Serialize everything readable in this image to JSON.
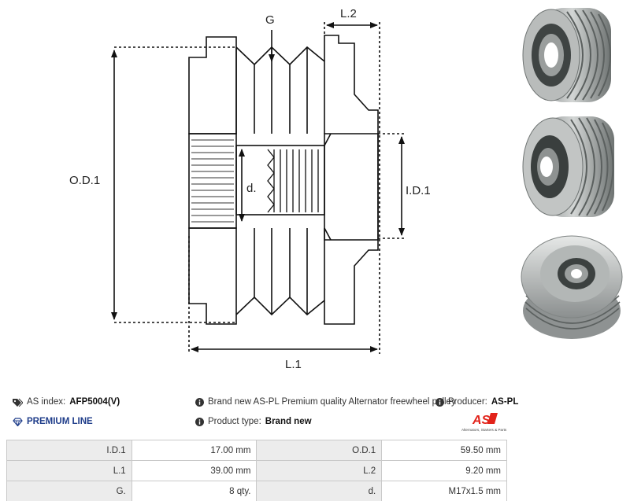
{
  "drawing": {
    "label_g": "G",
    "label_l2": "L.2",
    "label_od1": "O.D.1",
    "label_d": "d.",
    "label_id1": "I.D.1",
    "label_l1": "L.1"
  },
  "info": {
    "as_index_label": "AS index:",
    "as_index_value": "AFP5004(V)",
    "premium_line": "PREMIUM LINE",
    "description": "Brand new AS-PL Premium quality Alternator freewheel pulley",
    "product_type_label": "Product type:",
    "product_type_value": "Brand new",
    "producer_label": "Producer:",
    "producer_value": "AS-PL"
  },
  "logo": {
    "mark": "AS",
    "tagline": "Alternators, Starters & Parts",
    "color": "#e2231a"
  },
  "specs": [
    [
      "I.D.1",
      "17.00 mm",
      "O.D.1",
      "59.50 mm"
    ],
    [
      "L.1",
      "39.00 mm",
      "L.2",
      "9.20 mm"
    ],
    [
      "G.",
      "8 qty.",
      "d.",
      "M17x1.5 mm"
    ]
  ],
  "icons": {
    "tag": "tag-icon",
    "diamond": "diamond-icon",
    "info": "info-icon"
  }
}
